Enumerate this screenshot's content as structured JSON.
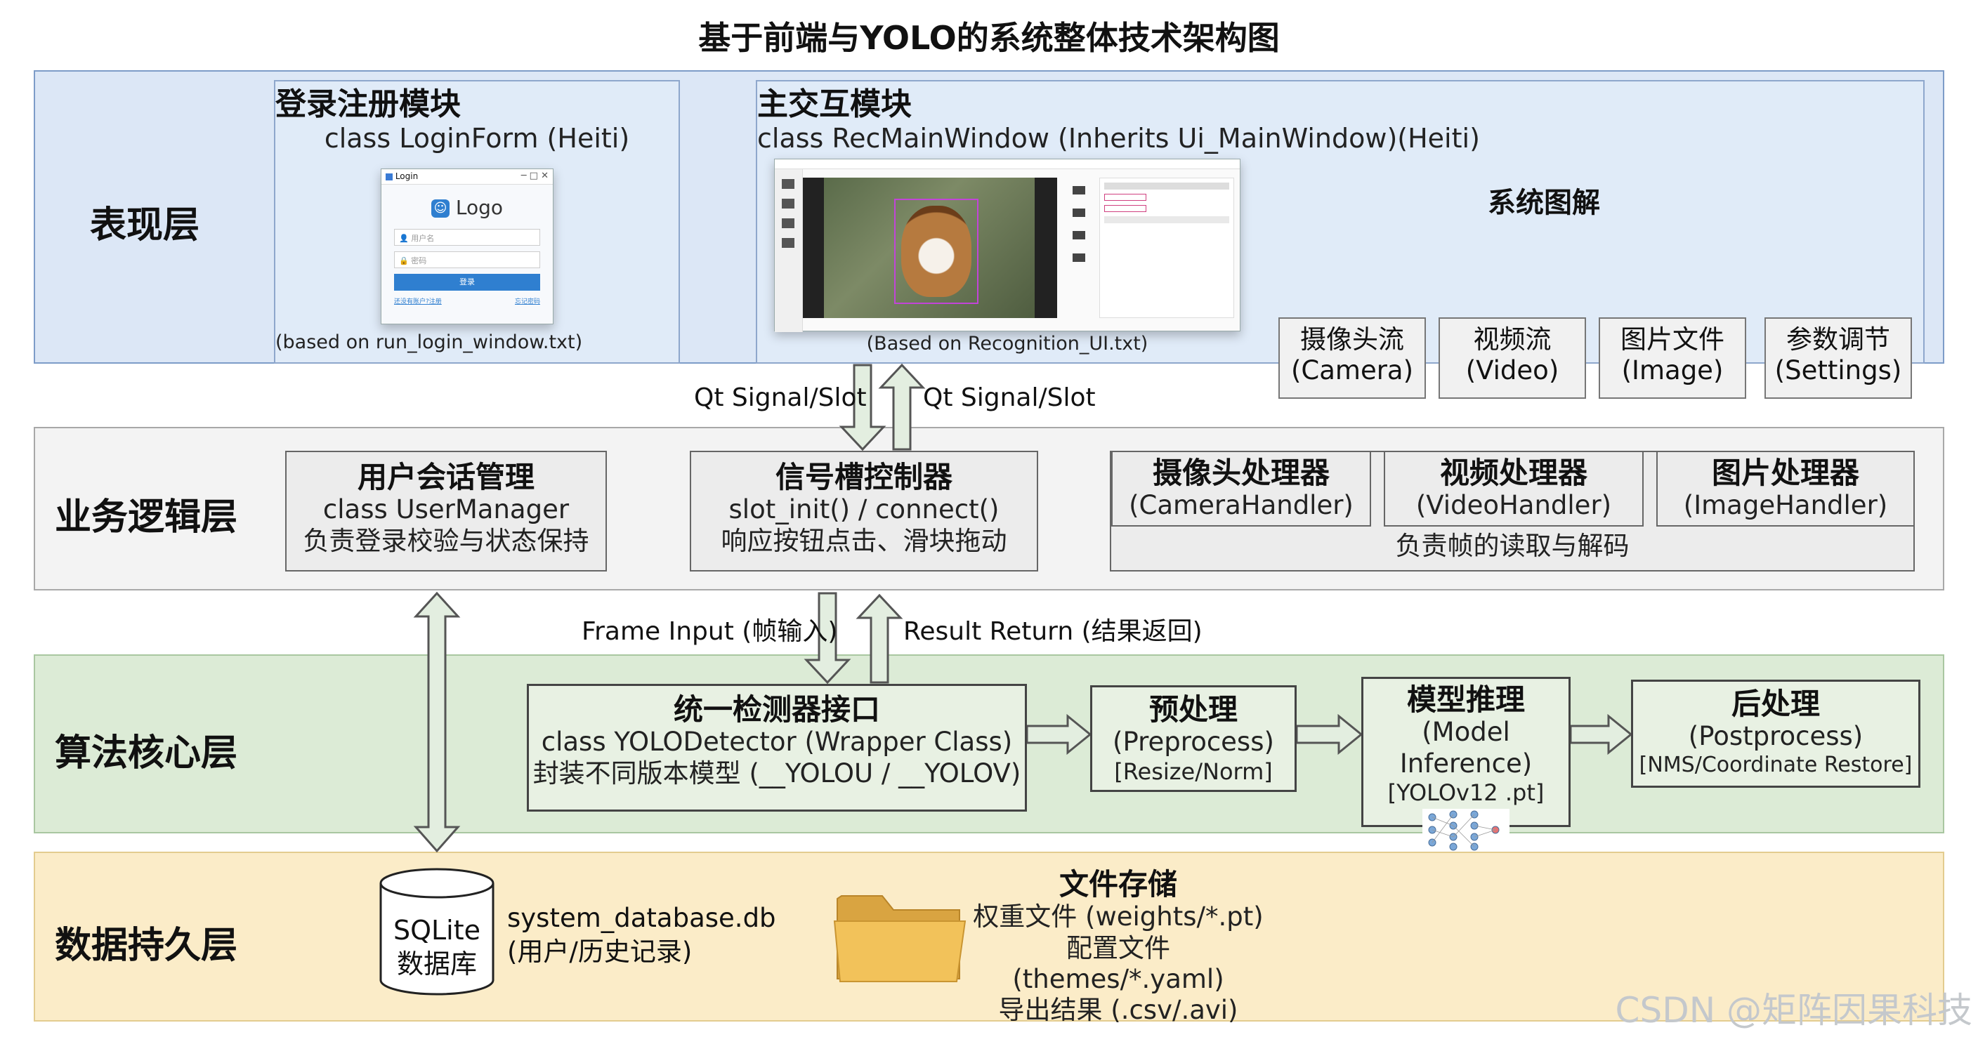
{
  "title": "基于前端与YOLO的系统整体技术架构图",
  "layers": {
    "presentation": "表现层",
    "business": "业务逻辑层",
    "algorithm": "算法核心层",
    "data": "数据持久层"
  },
  "login_module": {
    "title": "登录注册模块",
    "subtitle": "class LoginForm (Heiti)",
    "window_title": "Login",
    "logo_text": "Logo",
    "username_placeholder": "用户名",
    "password_placeholder": "密码",
    "login_button": "登录",
    "link_left": "还没有账户?注册",
    "link_right": "忘记密码",
    "note": "(based on run_login_window.txt)"
  },
  "main_module": {
    "title": "主交互模块",
    "subtitle": "class RecMainWindow (Inherits Ui_MainWindow)(Heiti)",
    "diagram_title": "系统图解",
    "note": "(Based on Recognition_UI.txt)",
    "settings": [
      {
        "line1": "摄像头流",
        "line2": "(Camera)"
      },
      {
        "line1": "视频流",
        "line2": "(Video)"
      },
      {
        "line1": "图片文件",
        "line2": "(Image)"
      },
      {
        "line1": "参数调节",
        "line2": "(Settings)"
      }
    ]
  },
  "arrows": {
    "qt_left": "Qt Signal/Slot",
    "qt_right": "Qt Signal/Slot",
    "frame_input": "Frame Input (帧输入)",
    "result_return": "Result Return (结果返回)"
  },
  "business": {
    "user_manager": {
      "title": "用户会话管理",
      "line1": "class UserManager",
      "line2": "负责登录校验与状态保持"
    },
    "signal_controller": {
      "title": "信号槽控制器",
      "line1": "slot_init() / connect()",
      "line2": "响应按钮点击、滑块拖动"
    },
    "handlers": [
      {
        "title": "摄像头处理器",
        "sub": "(CameraHandler)"
      },
      {
        "title": "视频处理器",
        "sub": "(VideoHandler)"
      },
      {
        "title": "图片处理器",
        "sub": "(ImageHandler)"
      }
    ],
    "handlers_note": "负责帧的读取与解码"
  },
  "algorithm": {
    "detector": {
      "title": "统一检测器接口",
      "line1": "class YOLODetector (Wrapper Class)",
      "line2": "封装不同版本模型 (__YOLOU / __YOLOV)"
    },
    "preprocess": {
      "title": "预处理",
      "line1": "(Preprocess)",
      "line2": "[Resize/Norm]"
    },
    "inference": {
      "title": "模型推理",
      "line1": "(Model Inference)",
      "line2": "[YOLOv12 .pt]"
    },
    "postprocess": {
      "title": "后处理",
      "line1": "(Postprocess)",
      "line2": "[NMS/Coordinate Restore]"
    }
  },
  "data": {
    "db_label": [
      "SQLite",
      "数据库"
    ],
    "db_file": "system_database.db",
    "db_desc": "(用户/历史记录)",
    "storage_title": "文件存储",
    "storage_lines": [
      "权重文件 (weights/*.pt)",
      "配置文件 (themes/*.yaml)",
      "导出结果 (.csv/.avi)"
    ]
  },
  "watermark": "CSDN @矩阵因果科技",
  "colors": {
    "presentation_bg": "#dce7f6",
    "business_bg": "#f3f3f3",
    "algorithm_bg": "#dcebd6",
    "data_bg": "#fbecc8",
    "arrow_fill": "#e3eee0",
    "login_button": "#2f7fd0"
  }
}
